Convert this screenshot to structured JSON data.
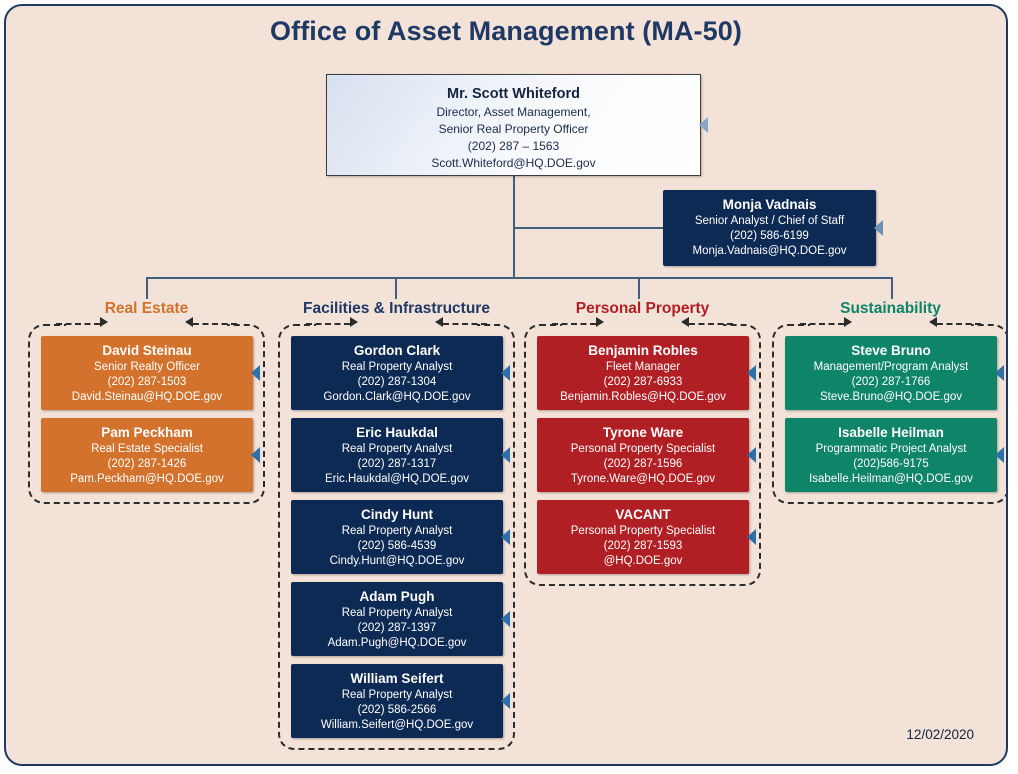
{
  "title": "Office of Asset Management (MA-50)",
  "date_stamp": "12/02/2020",
  "colors": {
    "page_background": "#f3e2d8",
    "page_border": "#1f3864",
    "title_text": "#1f3864",
    "connector": "#3f5f7a",
    "real_estate": "#d2722c",
    "facilities": "#0d2a54",
    "personal_property": "#b01f24",
    "sustainability": "#0e8468",
    "marker": "#2f6fa8"
  },
  "director": {
    "name": "Mr. Scott Whiteford",
    "lines": [
      "Director, Asset Management,",
      "Senior Real Property Officer",
      "(202) 287 – 1563",
      "Scott.Whiteford@HQ.DOE.gov"
    ]
  },
  "chief_of_staff": {
    "name": "Monja Vadnais",
    "lines": [
      "Senior Analyst / Chief of Staff",
      "(202) 586-6199",
      "Monja.Vadnais@HQ.DOE.gov"
    ]
  },
  "groups": [
    {
      "id": "real-estate",
      "title": "Real Estate",
      "title_color": "#d2722c",
      "card_color": "#d2722c",
      "members": [
        {
          "name": "David Steinau",
          "lines": [
            "Senior Realty Officer",
            "(202) 287-1503",
            "David.Steinau@HQ.DOE.gov"
          ]
        },
        {
          "name": "Pam Peckham",
          "lines": [
            "Real Estate Specialist",
            "(202) 287-1426",
            "Pam.Peckham@HQ.DOE.gov"
          ]
        }
      ]
    },
    {
      "id": "facilities",
      "title": "Facilities & Infrastructure",
      "title_color": "#1f3864",
      "card_color": "#0d2a54",
      "members": [
        {
          "name": "Gordon Clark",
          "lines": [
            "Real Property Analyst",
            "(202) 287-1304",
            "Gordon.Clark@HQ.DOE.gov"
          ]
        },
        {
          "name": "Eric Haukdal",
          "lines": [
            "Real Property Analyst",
            "(202) 287-1317",
            "Eric.Haukdal@HQ.DOE.gov"
          ]
        },
        {
          "name": "Cindy Hunt",
          "lines": [
            "Real Property Analyst",
            "(202) 586-4539",
            "Cindy.Hunt@HQ.DOE.gov"
          ]
        },
        {
          "name": "Adam Pugh",
          "lines": [
            "Real Property Analyst",
            "(202) 287-1397",
            "Adam.Pugh@HQ.DOE.gov"
          ]
        },
        {
          "name": "William Seifert",
          "lines": [
            "Real Property Analyst",
            "(202) 586-2566",
            "William.Seifert@HQ.DOE.gov"
          ]
        }
      ]
    },
    {
      "id": "personal-property",
      "title": "Personal Property",
      "title_color": "#b01f24",
      "card_color": "#b01f24",
      "members": [
        {
          "name": "Benjamin Robles",
          "lines": [
            "Fleet Manager",
            "(202) 287-6933",
            "Benjamin.Robles@HQ.DOE.gov"
          ]
        },
        {
          "name": "Tyrone Ware",
          "lines": [
            "Personal Property Specialist",
            "(202) 287-1596",
            "Tyrone.Ware@HQ.DOE.gov"
          ]
        },
        {
          "name": "VACANT",
          "lines": [
            "Personal Property Specialist",
            "(202) 287-1593",
            "@HQ.DOE.gov"
          ]
        }
      ]
    },
    {
      "id": "sustainability",
      "title": "Sustainability",
      "title_color": "#0e8468",
      "card_color": "#0e8468",
      "members": [
        {
          "name": "Steve Bruno",
          "lines": [
            "Management/Program Analyst",
            "(202) 287-1766",
            "Steve.Bruno@HQ.DOE.gov"
          ]
        },
        {
          "name": "Isabelle Heilman",
          "lines": [
            "Programmatic Project Analyst",
            "(202)586-9175",
            "Isabelle.Heilman@HQ.DOE.gov"
          ]
        }
      ]
    }
  ]
}
